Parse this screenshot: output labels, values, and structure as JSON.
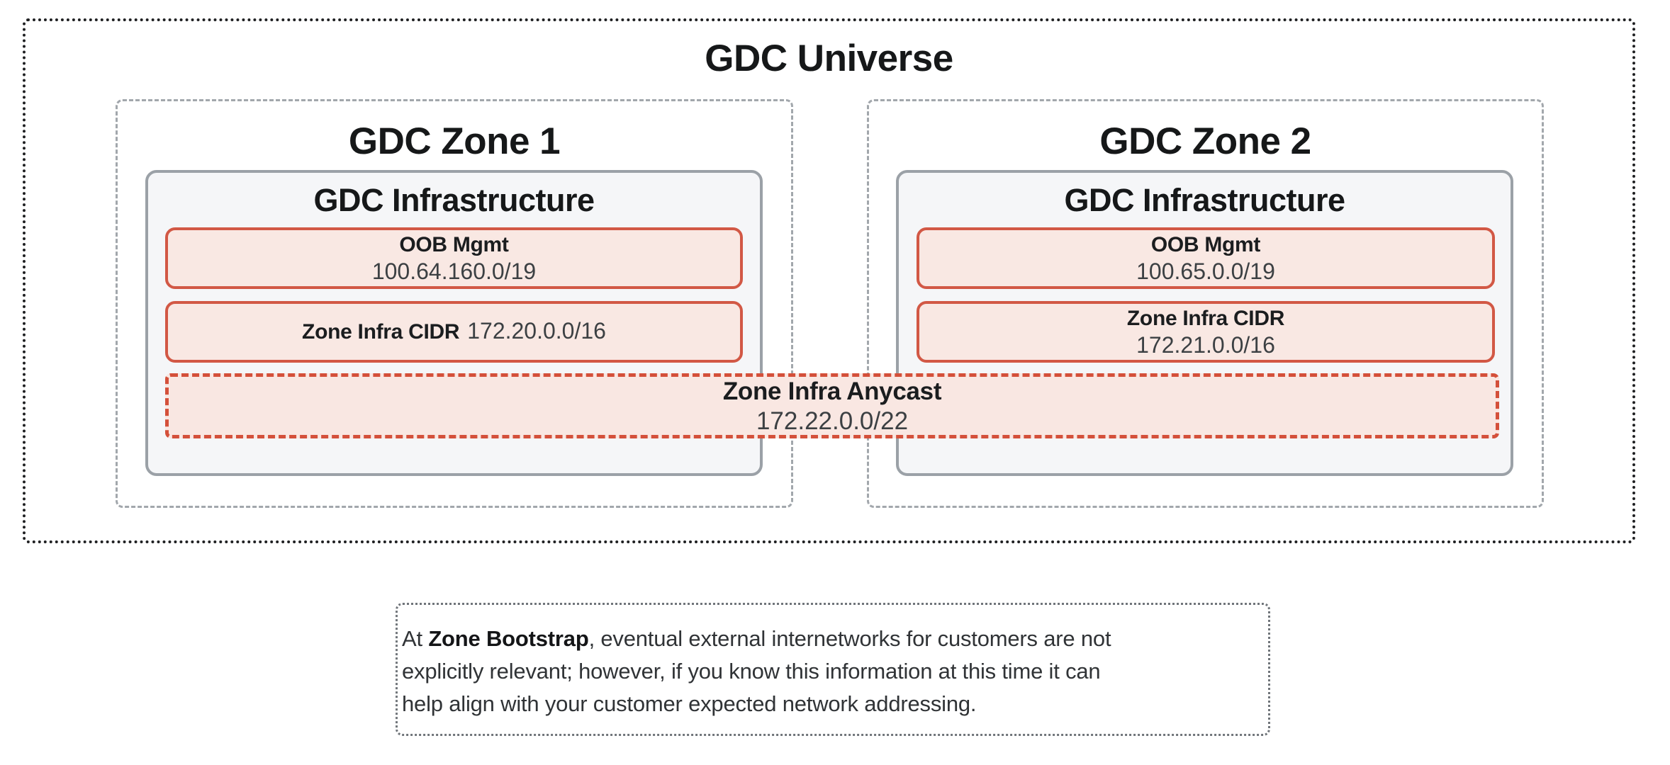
{
  "universe": {
    "title": "GDC Universe"
  },
  "zones": [
    {
      "title": "GDC Zone 1",
      "infra_title": "GDC Infrastructure",
      "oob": {
        "label": "OOB Mgmt",
        "cidr": "100.64.160.0/19"
      },
      "infra_cidr": {
        "label": "Zone Infra CIDR",
        "cidr": "172.20.0.0/16",
        "layout": "inline"
      }
    },
    {
      "title": "GDC Zone 2",
      "infra_title": "GDC Infrastructure",
      "oob": {
        "label": "OOB Mgmt",
        "cidr": "100.65.0.0/19"
      },
      "infra_cidr": {
        "label": "Zone Infra CIDR",
        "cidr": "172.21.0.0/16",
        "layout": "stacked"
      }
    }
  ],
  "anycast": {
    "label": "Zone Infra Anycast",
    "cidr": "172.22.0.0/22"
  },
  "note": {
    "line1_prefix": "At ",
    "line1_bold": "Zone Bootstrap",
    "line1_rest": ", eventual external internetworks for customers are not",
    "line2": "explicitly relevant; however, if you know this information at this time it can",
    "line3": "help align with your customer expected network addressing."
  },
  "colors": {
    "red_border": "#d25845",
    "red_fill": "#f9e8e3",
    "anycast_border": "#d4503a",
    "infra_fill": "#f5f6f8",
    "infra_border": "#9ba1a7",
    "zone_dash_border": "#a2a7ac",
    "universe_dot_border": "#1f2022",
    "note_dot_border": "#70757a",
    "heading_text": "#161819",
    "value_text": "#3c4043"
  }
}
